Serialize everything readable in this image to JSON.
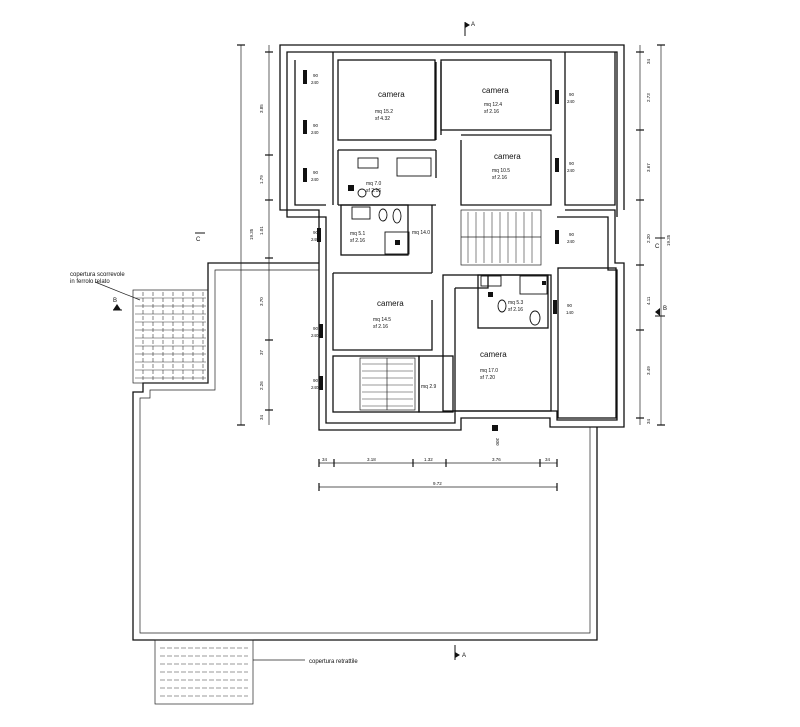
{
  "rooms": {
    "camera_1": {
      "name": "camera",
      "area": "mq 15.2",
      "sf": "sf 4.32"
    },
    "camera_2": {
      "name": "camera",
      "area": "mq 12.4",
      "sf": "sf 2.16"
    },
    "camera_3": {
      "name": "camera",
      "area": "mq 10.5",
      "sf": "sf 2.16"
    },
    "camera_4": {
      "name": "camera",
      "area": "mq 14.5",
      "sf": "sf 2.16"
    },
    "camera_5": {
      "name": "camera",
      "area": "mq 17.0",
      "sf": "sf 7.20"
    },
    "bath_1": {
      "area": "mq 7.0",
      "sf": "sf 2.16"
    },
    "bath_2": {
      "area": "mq 5.1",
      "sf": "sf 2.16"
    },
    "bath_3": {
      "area": "mq 5.3",
      "sf": "sf 2.16"
    },
    "hall": {
      "area": "mq 14.0"
    },
    "closet": {
      "area": "mq 2.9"
    }
  },
  "windows": [
    {
      "w": "90",
      "h": "240"
    },
    {
      "w": "90",
      "h": "240"
    },
    {
      "w": "90",
      "h": "240"
    },
    {
      "w": "90",
      "h": "240"
    },
    {
      "w": "90",
      "h": "240"
    },
    {
      "w": "90",
      "h": "240"
    },
    {
      "w": "90",
      "h": "240"
    },
    {
      "w": "90",
      "h": "240"
    },
    {
      "w": "90",
      "h": "240"
    },
    {
      "w": "90",
      "h": "140"
    }
  ],
  "left_dims": [
    "3.85",
    "1.79",
    "1.01",
    "3.70",
    "37",
    "2.26",
    "34"
  ],
  "left_total": "19.35",
  "right_dims": [
    "34",
    "2.73",
    "3.67",
    "2.20",
    "4.11",
    "3.49",
    "34"
  ],
  "right_total": "19.35",
  "bottom_dims": [
    "34",
    "3.18",
    "1.32",
    "3.76",
    "34"
  ],
  "bottom_total": "9.72",
  "door_label": "300",
  "sections": {
    "a_top": "A",
    "a_bottom": "A",
    "b_left": "B",
    "b_right": "B",
    "c_left": "C",
    "c_right": "C"
  },
  "notes": {
    "pergola_line1": "copertura scorrevole",
    "pergola_line2": "in ferrolo telato",
    "retractable": "copertura retrattile"
  }
}
